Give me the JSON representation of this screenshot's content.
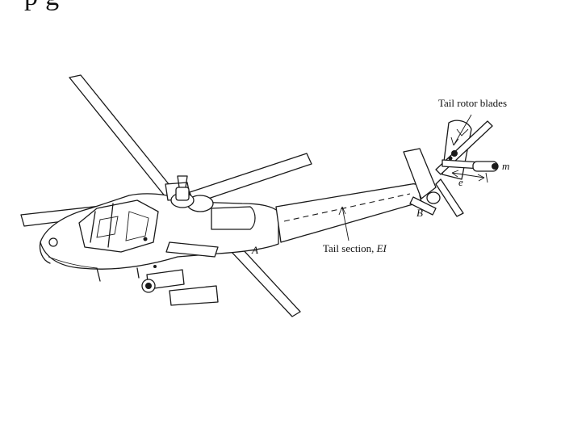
{
  "header": {
    "text": "p                        g"
  },
  "labels": {
    "tail_rotor_blades": "Tail rotor blades",
    "tail_section_prefix": "Tail section, ",
    "tail_section_var": "EI",
    "point_a": "A",
    "point_b": "B",
    "mass": "m",
    "offset": "e"
  }
}
